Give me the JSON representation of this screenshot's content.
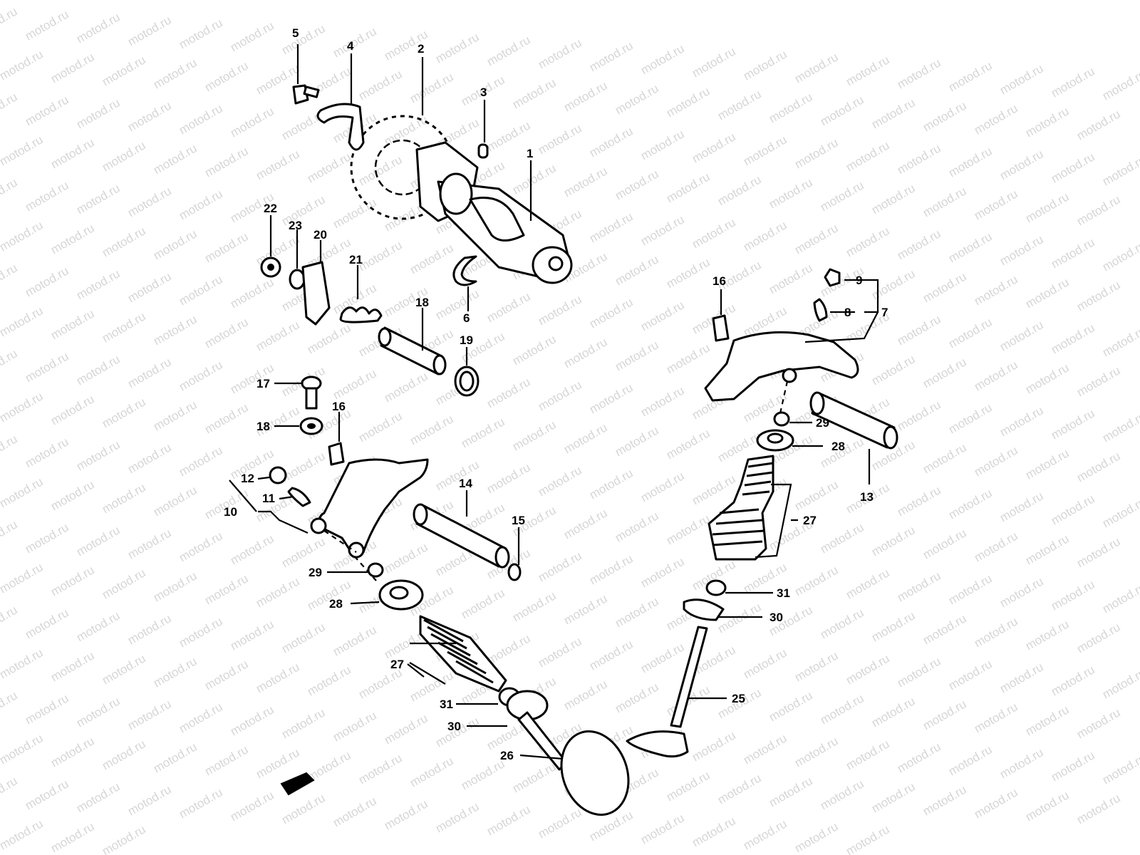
{
  "watermark": {
    "text": "motod.ru",
    "color": "#d6d6d6"
  },
  "callouts": [
    {
      "id": "1",
      "text": "1"
    },
    {
      "id": "2",
      "text": "2"
    },
    {
      "id": "3",
      "text": "3"
    },
    {
      "id": "4",
      "text": "4"
    },
    {
      "id": "5",
      "text": "5"
    },
    {
      "id": "6",
      "text": "6"
    },
    {
      "id": "7",
      "text": "7"
    },
    {
      "id": "8",
      "text": "8"
    },
    {
      "id": "9",
      "text": "9"
    },
    {
      "id": "10",
      "text": "10"
    },
    {
      "id": "11",
      "text": "11"
    },
    {
      "id": "12",
      "text": "12"
    },
    {
      "id": "13",
      "text": "13"
    },
    {
      "id": "14",
      "text": "14"
    },
    {
      "id": "15",
      "text": "15"
    },
    {
      "id": "16a",
      "text": "16"
    },
    {
      "id": "16b",
      "text": "16"
    },
    {
      "id": "17",
      "text": "17"
    },
    {
      "id": "18",
      "text": "18"
    },
    {
      "id": "19",
      "text": "19"
    },
    {
      "id": "20",
      "text": "20"
    },
    {
      "id": "21",
      "text": "21"
    },
    {
      "id": "22",
      "text": "22"
    },
    {
      "id": "23",
      "text": "23"
    },
    {
      "id": "24",
      "text": "24"
    },
    {
      "id": "25",
      "text": "25"
    },
    {
      "id": "26",
      "text": "26"
    },
    {
      "id": "27a",
      "text": "27"
    },
    {
      "id": "27b",
      "text": "27"
    },
    {
      "id": "28a",
      "text": "28"
    },
    {
      "id": "28b",
      "text": "28"
    },
    {
      "id": "29a",
      "text": "29"
    },
    {
      "id": "29b",
      "text": "29"
    },
    {
      "id": "30a",
      "text": "30"
    },
    {
      "id": "30b",
      "text": "30"
    },
    {
      "id": "31a",
      "text": "31"
    },
    {
      "id": "31b",
      "text": "31"
    }
  ]
}
